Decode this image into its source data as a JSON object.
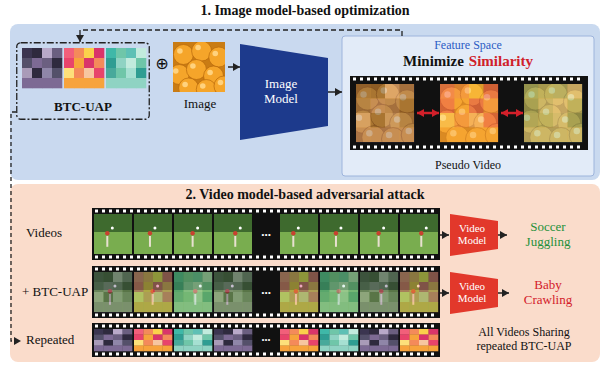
{
  "diagram": {
    "nodes": [
      {
        "text": [
          "1. Image model-based optimization"
        ]
      },
      {
        "text": [
          "BTC-UAP"
        ],
        "in": 0
      },
      {
        "text": [
          "Image"
        ],
        "in": 0
      },
      {
        "text": [
          "Image Model"
        ],
        "in": 0
      },
      {
        "text": [
          "Feature Space",
          "Minimize",
          "Similarity",
          "Pseudo Video"
        ],
        "in": 0
      },
      {
        "text": [
          "2. Video model-based adversarial attack"
        ]
      },
      {
        "text": [
          "Video Model"
        ],
        "in": 5
      },
      {
        "text": [
          "Video Model"
        ],
        "in": 5
      }
    ],
    "edges": [
      {
        "from": 2,
        "to": 3,
        "arrow": "to"
      },
      {
        "from": 3,
        "to": 4,
        "arrow": "to"
      },
      {
        "from": 4,
        "to": 1,
        "arrow": "to"
      }
    ],
    "labels": [
      "⊕",
      "Videos",
      "...",
      "+ BTC-UAP",
      "...",
      "Repeated",
      "...",
      "Soccer Juggling",
      "Baby Crawling",
      "All Videos Sharing repeated BTC-UAP"
    ]
  }
}
